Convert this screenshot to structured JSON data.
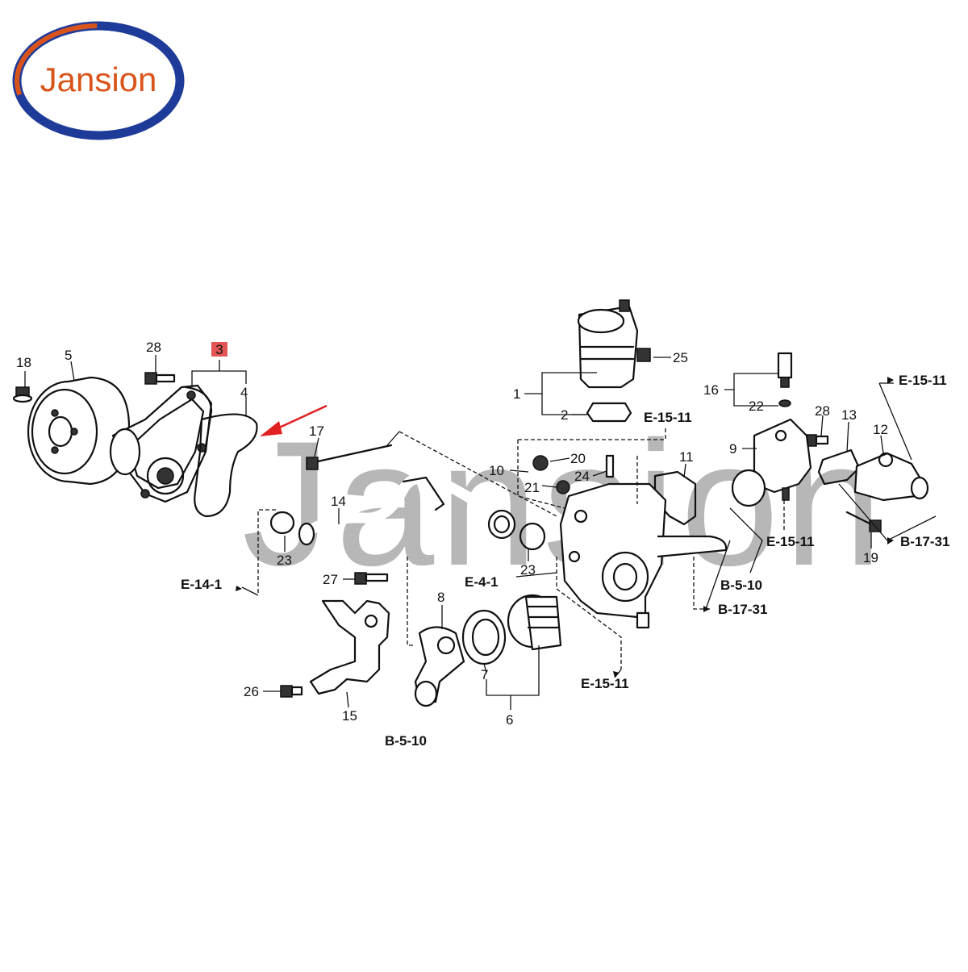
{
  "logo": {
    "text": "Jansion",
    "ring_color": "#1f3b9a",
    "text_color": "#d9541a"
  },
  "watermark": "Jansion",
  "highlight": {
    "label": "3",
    "color": "#e25555",
    "arrow_color": "#e02020"
  },
  "callouts": [
    "1",
    "2",
    "4",
    "5",
    "6",
    "7",
    "8",
    "9",
    "10",
    "11",
    "12",
    "13",
    "14",
    "15",
    "16",
    "17",
    "18",
    "19",
    "20",
    "21",
    "22",
    "23",
    "23",
    "23",
    "24",
    "25",
    "26",
    "27",
    "28",
    "28"
  ],
  "references": [
    "E-15-11",
    "E-15-11",
    "E-15-11",
    "E-15-11",
    "E-14-1",
    "E-4-1",
    "B-5-10",
    "B-5-10",
    "B-17-31",
    "B-17-31"
  ]
}
